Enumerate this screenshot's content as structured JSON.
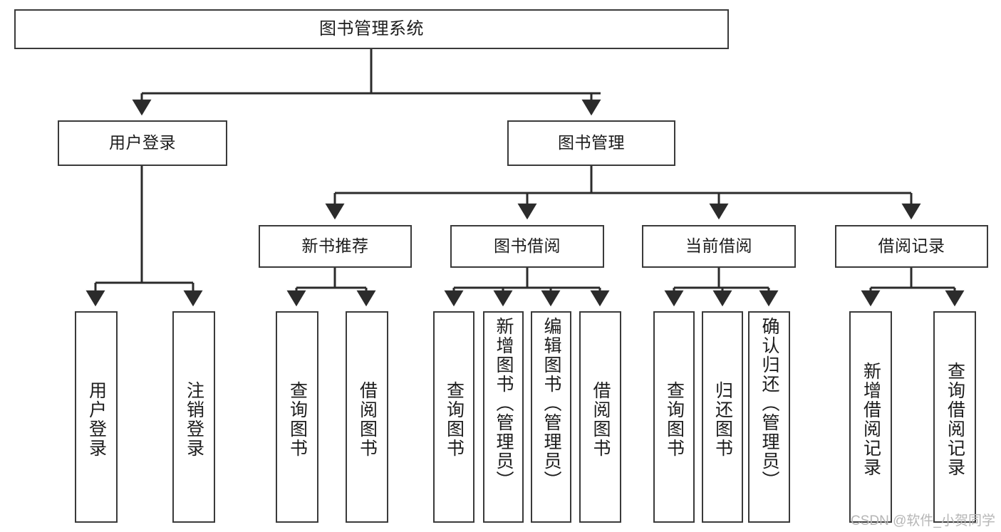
{
  "diagram": {
    "type": "tree-hierarchy",
    "title": "图书管理系统",
    "orientation": "top-down",
    "colors": {
      "box_border": "#3a3a3a",
      "box_fill": "#ffffff",
      "edge": "#2b2b2b",
      "text": "#1c1c1c",
      "watermark": "#b6b6b6",
      "background": "#ffffff"
    },
    "watermark": "CSDN @软件_小贺同学",
    "nodes": {
      "root": {
        "label": "图书管理系统"
      },
      "level1": [
        {
          "id": "user-login",
          "label": "用户登录"
        },
        {
          "id": "book-manage",
          "label": "图书管理"
        }
      ],
      "level2": [
        {
          "id": "new-book-recommend",
          "label": "新书推荐"
        },
        {
          "id": "book-borrow",
          "label": "图书借阅"
        },
        {
          "id": "current-borrow",
          "label": "当前借阅"
        },
        {
          "id": "borrow-record",
          "label": "借阅记录"
        }
      ],
      "leaves": {
        "user-login": [
          {
            "id": "leaf-user-login",
            "label": "用户登录"
          },
          {
            "id": "leaf-logout",
            "label": "注销登录"
          }
        ],
        "new-book-recommend": [
          {
            "id": "leaf-query-book-1",
            "label": "查询图书"
          },
          {
            "id": "leaf-borrow-book-1",
            "label": "借阅图书"
          }
        ],
        "book-borrow": [
          {
            "id": "leaf-query-book-2",
            "label": "查询图书"
          },
          {
            "id": "leaf-add-book",
            "label": "新增图书（管理员）"
          },
          {
            "id": "leaf-edit-book",
            "label": "编辑图书（管理员）"
          },
          {
            "id": "leaf-borrow-book-2",
            "label": "借阅图书"
          }
        ],
        "current-borrow": [
          {
            "id": "leaf-query-book-3",
            "label": "查询图书"
          },
          {
            "id": "leaf-return-book",
            "label": "归还图书"
          },
          {
            "id": "leaf-confirm-return",
            "label": "确认归还（管理员）"
          }
        ],
        "borrow-record": [
          {
            "id": "leaf-add-record",
            "label": "新增借阅记录"
          },
          {
            "id": "leaf-query-record",
            "label": "查询借阅记录"
          }
        ]
      }
    }
  }
}
